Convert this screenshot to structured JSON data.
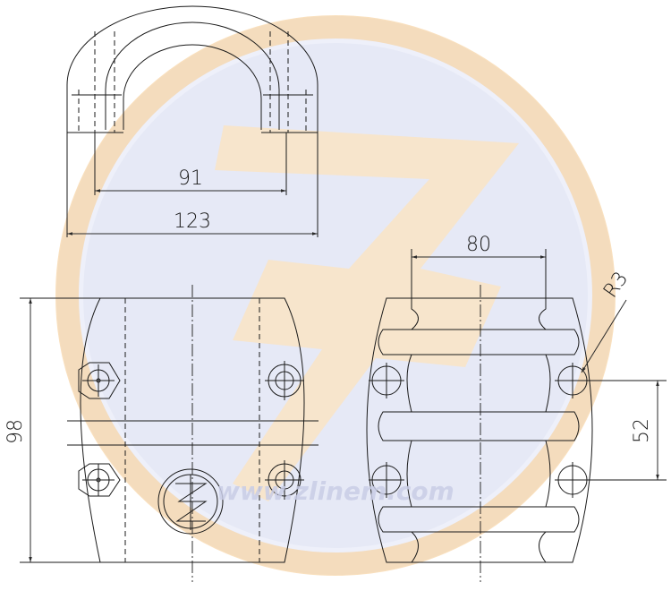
{
  "dimensions": {
    "inner_width": "91",
    "outer_width": "123",
    "groove_width": "80",
    "height": "98",
    "hole_spacing": "52",
    "radius": "R3"
  },
  "watermark": {
    "website": "www.zlinem.com"
  },
  "colors": {
    "line": "#1a1a1a",
    "watermark_blue": "#3548a8",
    "watermark_orange": "#f2a640"
  }
}
